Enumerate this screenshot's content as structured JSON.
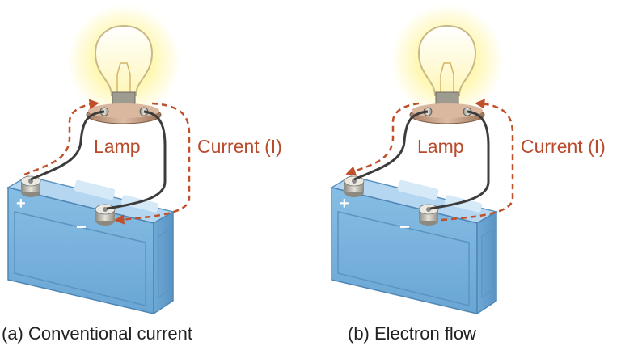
{
  "colors": {
    "current_arrow": "#c0502a",
    "label_text": "#b94a2b",
    "battery_body": "#7fb6de",
    "battery_top": "#a9d0ef",
    "wire": "#3c3c3c",
    "bulb_glow": "#fff59a"
  },
  "panels": [
    {
      "lamp_label": "Lamp",
      "current_label": "Current (I)",
      "caption": "(a) Conventional current",
      "plus_sign": "+",
      "minus_sign": "−",
      "arrow_direction": "clockwise"
    },
    {
      "lamp_label": "Lamp",
      "current_label": "Current (I)",
      "caption": "(b) Electron flow",
      "plus_sign": "+",
      "minus_sign": "−",
      "arrow_direction": "counter-clockwise"
    }
  ]
}
